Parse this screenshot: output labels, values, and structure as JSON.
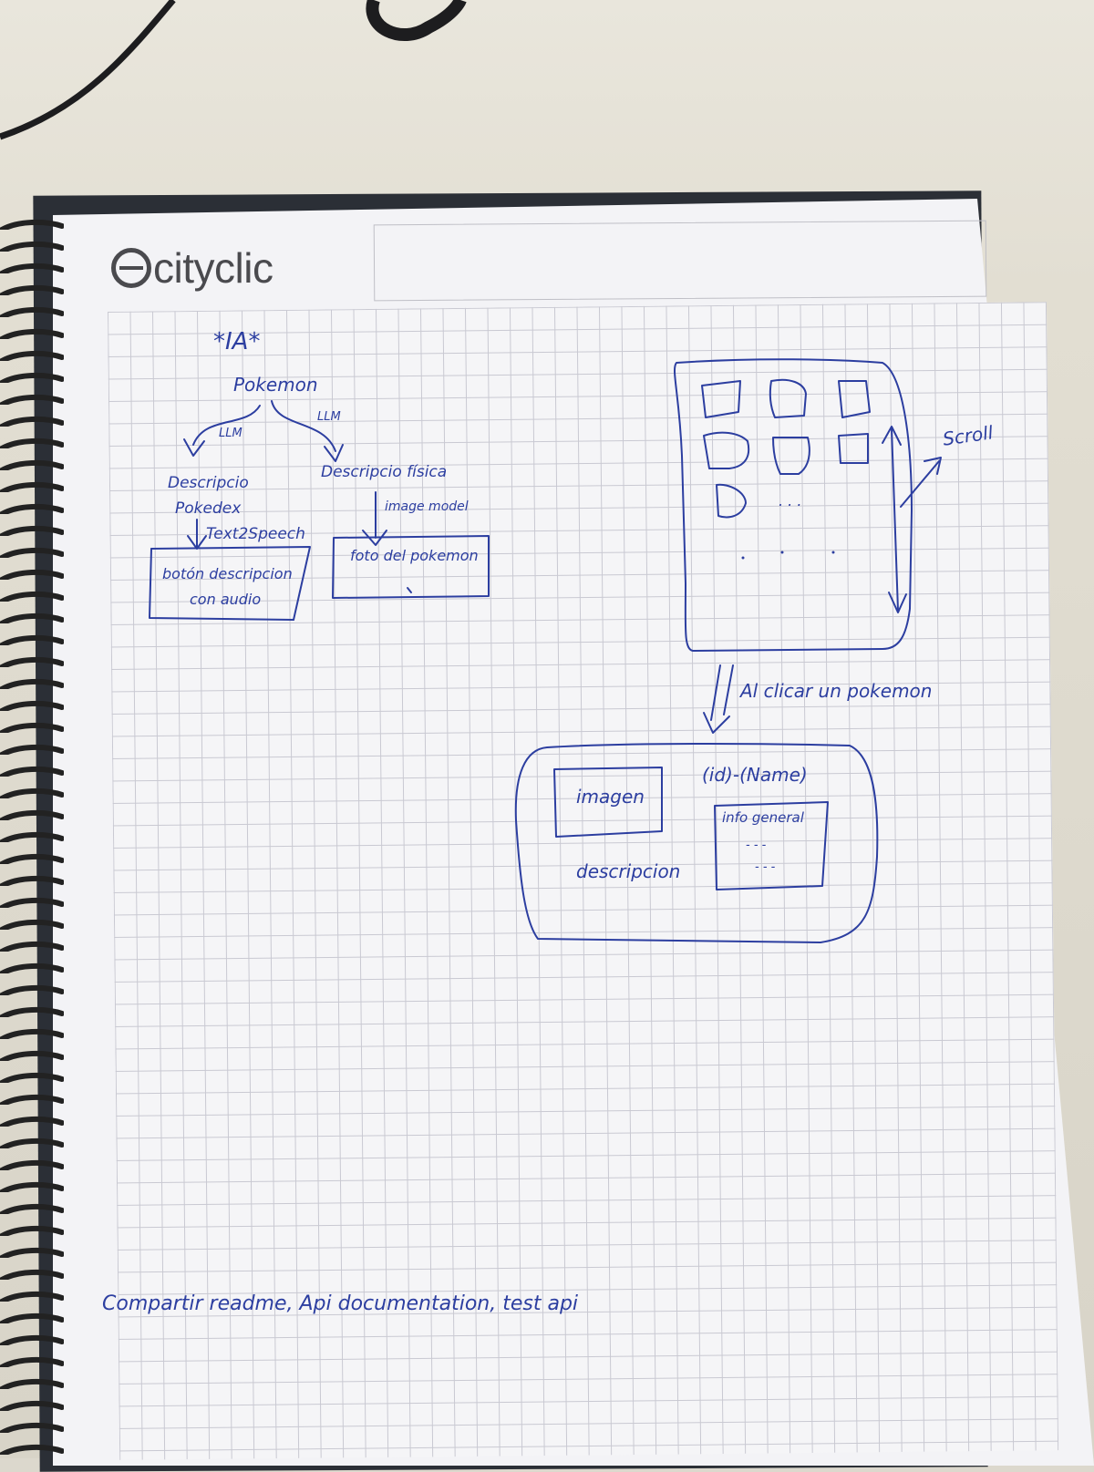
{
  "logo": {
    "text": "cityclic"
  },
  "notes": {
    "title": "*IA*",
    "root": "Pokemon",
    "edge_left": "LLM",
    "edge_right": "LLM",
    "left_node_line1": "Descripcio",
    "left_node_line2": "Pokedex",
    "left_arrow_label": "Text2Speech",
    "left_box_line1": "botón descripcion",
    "left_box_line2": "con audio",
    "right_node": "Descripcio física",
    "right_arrow_label": "image model",
    "right_box": "foto del pokemon",
    "scroll_label": "Scroll",
    "grid_dots": ". . .",
    "transition_label": "Al clicar un pokemon",
    "detail_image": "imagen",
    "detail_header": "(id)-(Name)",
    "detail_info": "info general",
    "detail_info_dots1": "- - -",
    "detail_info_dots2": "- - -",
    "detail_description": "descripcion",
    "footer_todo": "Compartir readme, Api documentation, test api"
  },
  "colors": {
    "ink": "#2c3ea0",
    "paper": "#f3f3f6",
    "grid_line": "#c9c9d2",
    "logo": "#4a4a4e"
  }
}
